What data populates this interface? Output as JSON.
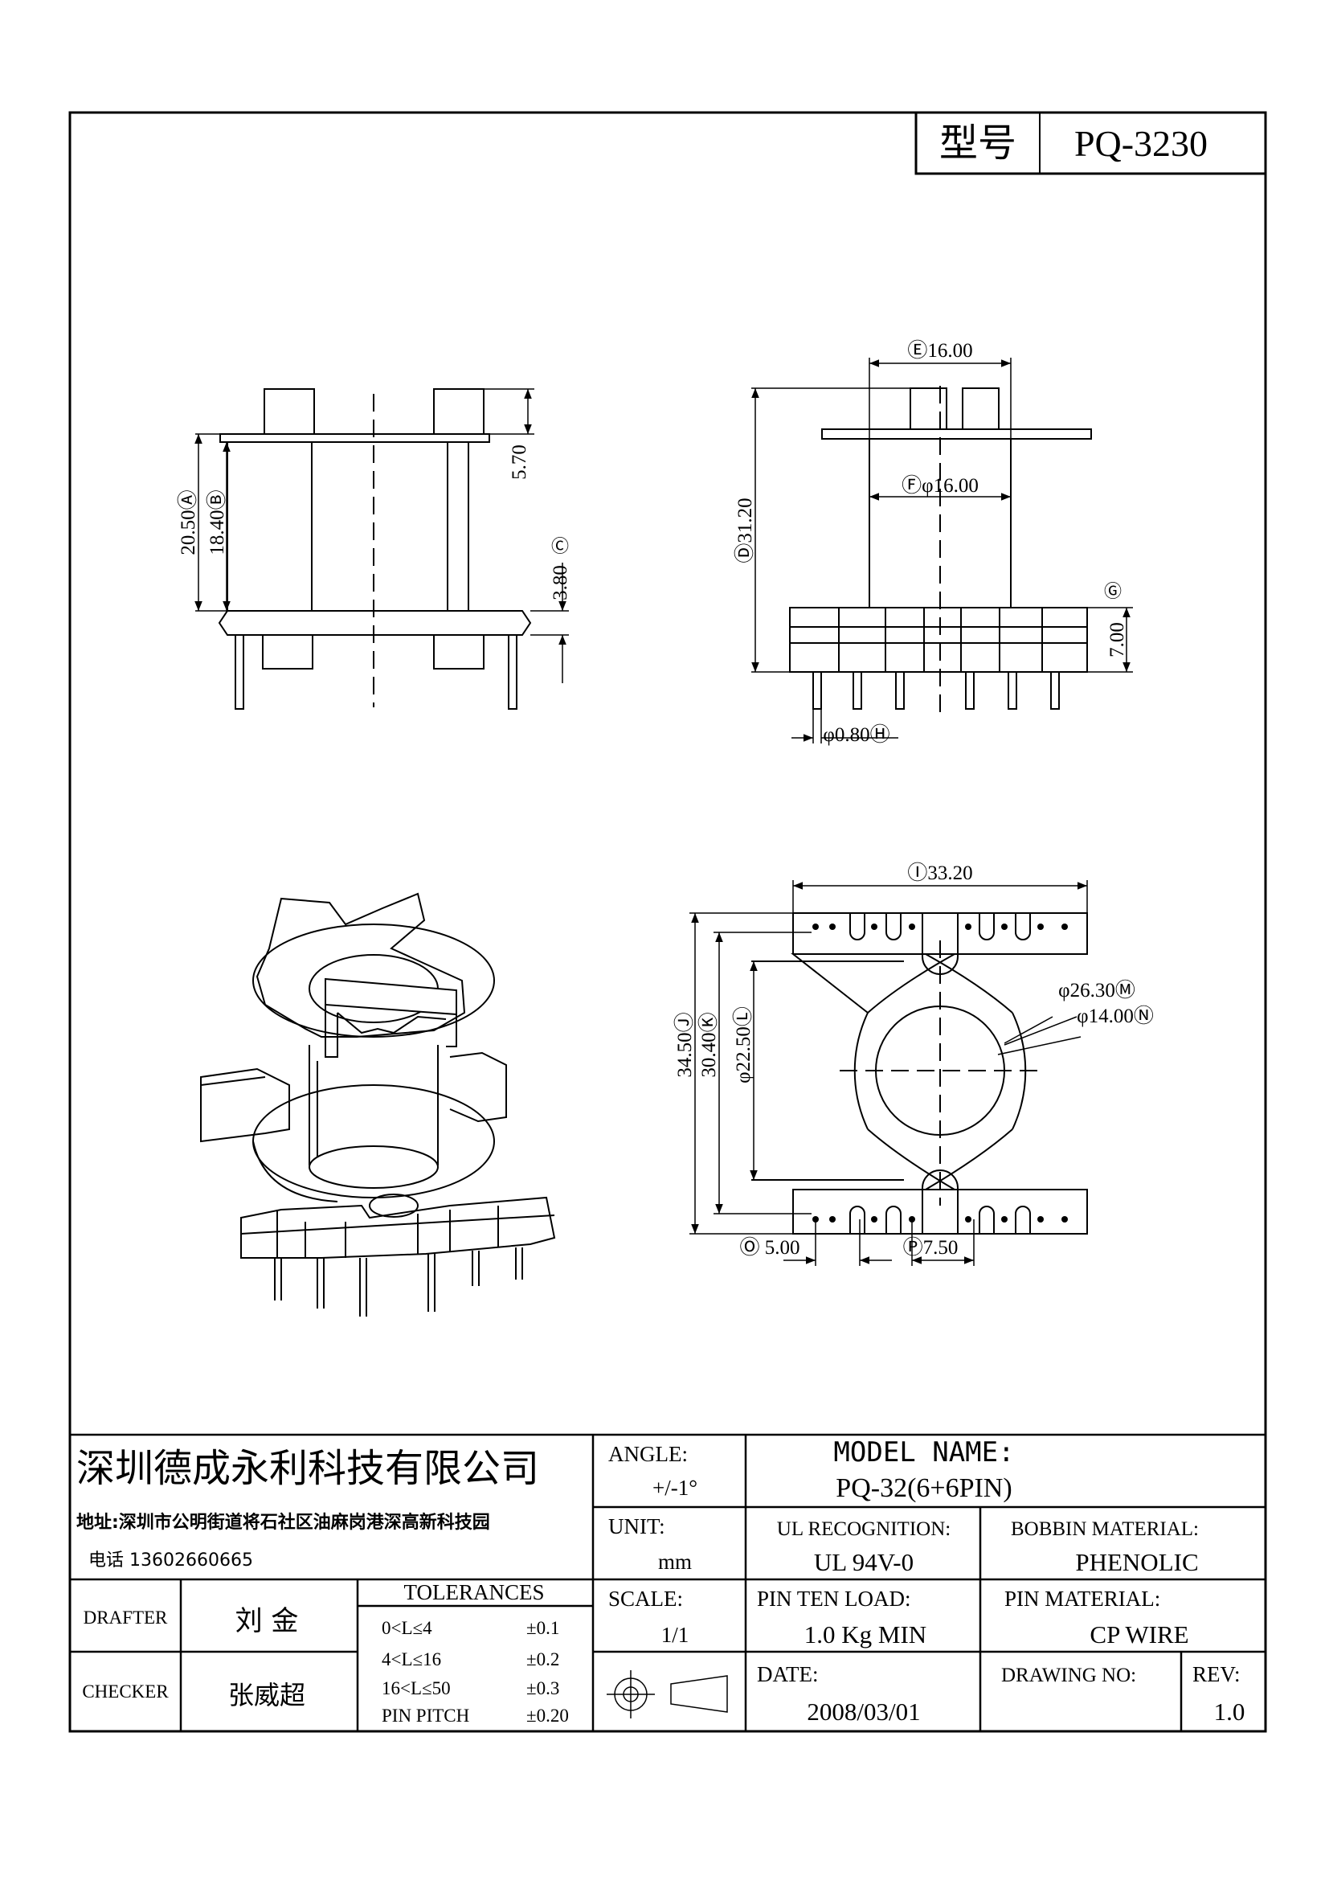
{
  "model_box": {
    "label": "型号",
    "value": "PQ-3230"
  },
  "dims": {
    "e": "Ⓔ16.00",
    "f": "Ⓕφ16.00",
    "d": "Ⓓ31.20",
    "g": "Ⓖ",
    "g_val": "7.00",
    "h": "φ0.80Ⓗ",
    "a": "20.50Ⓐ",
    "b": "18.40Ⓑ",
    "c": "Ⓒ",
    "c_val": "3.80",
    "top_h": "5.70",
    "i": "Ⓘ33.20",
    "j": "34.50Ⓙ",
    "k": "30.40Ⓚ",
    "l": "φ22.50Ⓛ",
    "m": "φ26.30Ⓜ",
    "n": "φ14.00Ⓝ",
    "o": "Ⓞ 5.00",
    "p": "Ⓟ7.50"
  },
  "title_block": {
    "company": "深圳德成永利科技有限公司",
    "address": "地址:深圳市公明街道将石社区油麻岗港深高新科技园",
    "phone": "电话 13602660665",
    "drafter_label": "DRAFTER",
    "drafter_name": "刘  金",
    "checker_label": "CHECKER",
    "checker_name": "张威超",
    "tolerances_label": "TOLERANCES",
    "tolerances": [
      {
        "range": "0<L≤4",
        "value": "±0.1"
      },
      {
        "range": "4<L≤16",
        "value": "±0.2"
      },
      {
        "range": "16<L≤50",
        "value": "±0.3"
      },
      {
        "range": "PIN PITCH",
        "value": "±0.20"
      }
    ],
    "angle_label": "ANGLE:",
    "angle_value": "+/-1°",
    "unit_label": "UNIT:",
    "unit_value": "mm",
    "scale_label": "SCALE:",
    "scale_value": "1/1",
    "model_name_label": "MODEL NAME:",
    "model_name_value": "PQ-32(6+6PIN)",
    "ul_label": "UL RECOGNITION:",
    "ul_value": "UL 94V-0",
    "bobbin_label": "BOBBIN MATERIAL:",
    "bobbin_value": "PHENOLIC",
    "pin_load_label": "PIN TEN LOAD:",
    "pin_load_value": "1.0 Kg MIN",
    "pin_material_label": "PIN MATERIAL:",
    "pin_material_value": "CP WIRE",
    "date_label": "DATE:",
    "date_value": "2008/03/01",
    "drawing_no_label": "DRAWING NO:",
    "drawing_no_value": "",
    "rev_label": "REV:",
    "rev_value": "1.0"
  }
}
